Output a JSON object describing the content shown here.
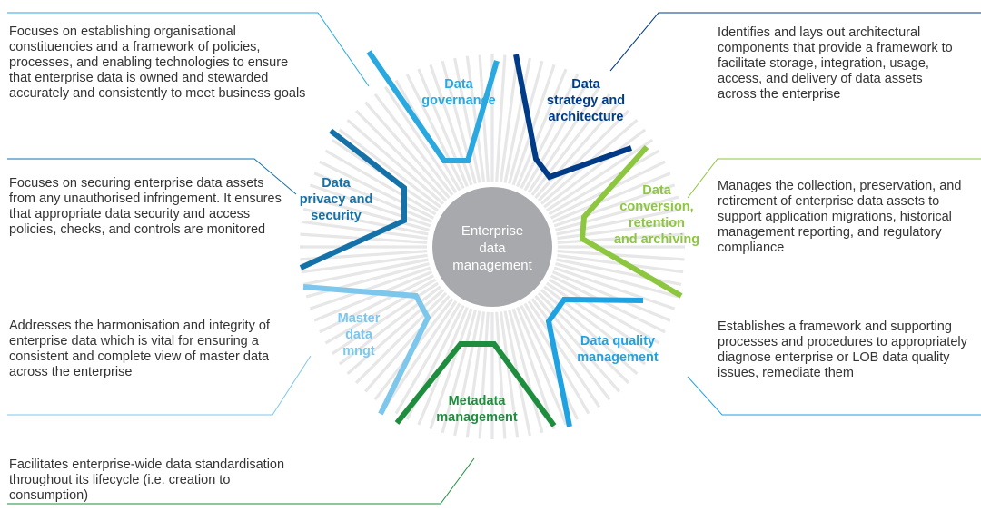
{
  "center": {
    "label_lines": [
      "Enterprise",
      "data",
      "management"
    ]
  },
  "segments": [
    {
      "id": "governance",
      "label_lines": [
        "Data",
        "governance"
      ],
      "color": "#2AA8E0",
      "description": "Focuses on establishing organisational constituencies and a framework of policies, processes, and enabling technologies to ensure that enterprise data is owned and stewarded accurately and consistently to meet business goals"
    },
    {
      "id": "strategy",
      "label_lines": [
        "Data",
        "strategy and",
        "architecture"
      ],
      "color": "#003B87",
      "description": "Identifies and lays out architectural components that provide a framework to facilitate storage, integration, usage, access, and delivery of data assets across the enterprise"
    },
    {
      "id": "conversion",
      "label_lines": [
        "Data",
        "conversion,",
        "retention",
        "and archiving"
      ],
      "color": "#8DC63F",
      "description": "Manages the collection, preservation, and retirement of enterprise data assets to support application migrations, historical management reporting, and regulatory compliance"
    },
    {
      "id": "quality",
      "label_lines": [
        "Data quality",
        "management"
      ],
      "color": "#1FA2E2",
      "description": "Establishes a framework and supporting processes and procedures to appropriately diagnose enterprise or LOB data quality issues, remediate them"
    },
    {
      "id": "metadata",
      "label_lines": [
        "Metadata",
        "management"
      ],
      "color": "#1E8E3E",
      "description": "Facilitates enterprise-wide data standardisation throughout its lifecycle (i.e. creation to consumption)"
    },
    {
      "id": "master",
      "label_lines": [
        "Master",
        "data",
        "mngt"
      ],
      "color": "#7DC6EC",
      "description": "Addresses the harmonisation and integrity of enterprise data which is vital for ensuring a consistent and complete view of master data across the enterprise"
    },
    {
      "id": "privacy",
      "label_lines": [
        "Data",
        "privacy and",
        "security"
      ],
      "color": "#1572A8",
      "description": "Focuses on securing enterprise data assets from any unauthorised infringement. It ensures that appropriate data security and access policies, checks, and controls are monitored"
    }
  ]
}
